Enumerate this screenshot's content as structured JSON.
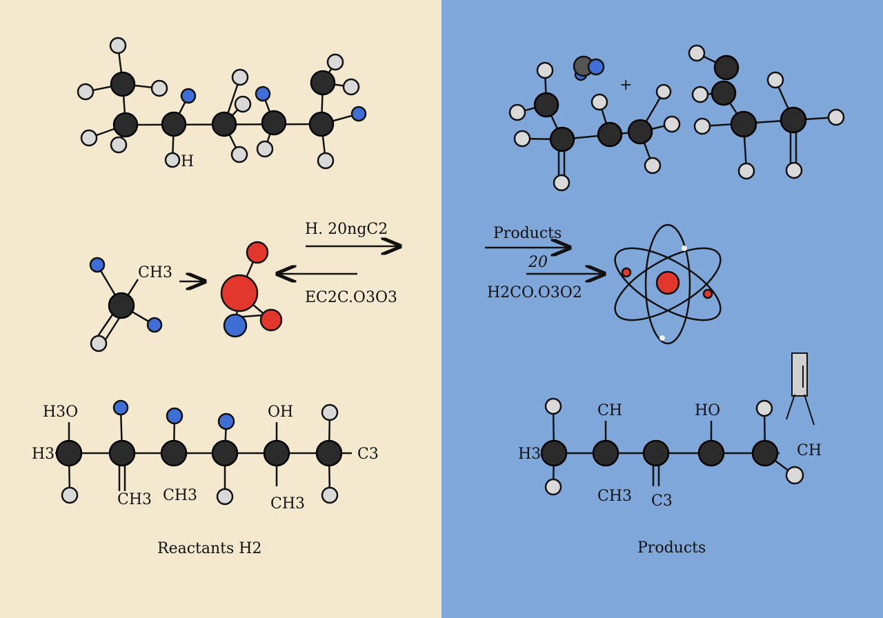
{
  "colors": {
    "left_bg": "#f4e8cf",
    "right_bg": "#7fa7da",
    "carbon": "#2b2b2b",
    "hydrogen": "#d9d9d9",
    "nitrogen": "#3e6ed6",
    "oxygen": "#e2372c"
  },
  "left": {
    "top_label": "H",
    "ch3_label": "CH3",
    "reaction_top": "H. 20ngC2",
    "reaction_bottom": "EC2C.O3O3",
    "chain_labels": [
      "H3O",
      "H3",
      "OH",
      "C3",
      "CH3",
      "CH3",
      "CH3"
    ],
    "caption": "Reactants H2"
  },
  "right": {
    "plus": "+",
    "reaction_top": "Products",
    "reaction_mid": "20",
    "reaction_bottom": "H2CO.O3O2",
    "chain_labels": [
      "H3",
      "CH",
      "HO",
      "CH",
      "CH3",
      "C3"
    ],
    "caption": "Products"
  }
}
